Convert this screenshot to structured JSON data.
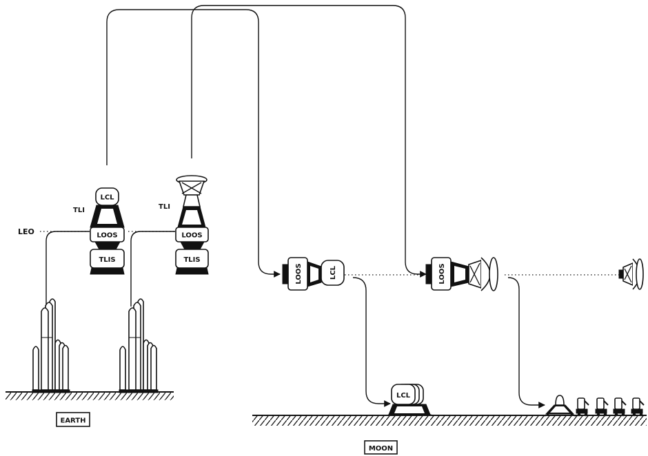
{
  "labels": {
    "tli_1": "TLI",
    "tli_2": "TLI",
    "leo": "LEO",
    "earth": "EARTH",
    "moon": "MOON"
  },
  "modules": {
    "lcl": "LCL",
    "loos": "LOOS",
    "tlis": "TLIS"
  },
  "colors": {
    "ink": "#111111",
    "background": "#ffffff"
  }
}
